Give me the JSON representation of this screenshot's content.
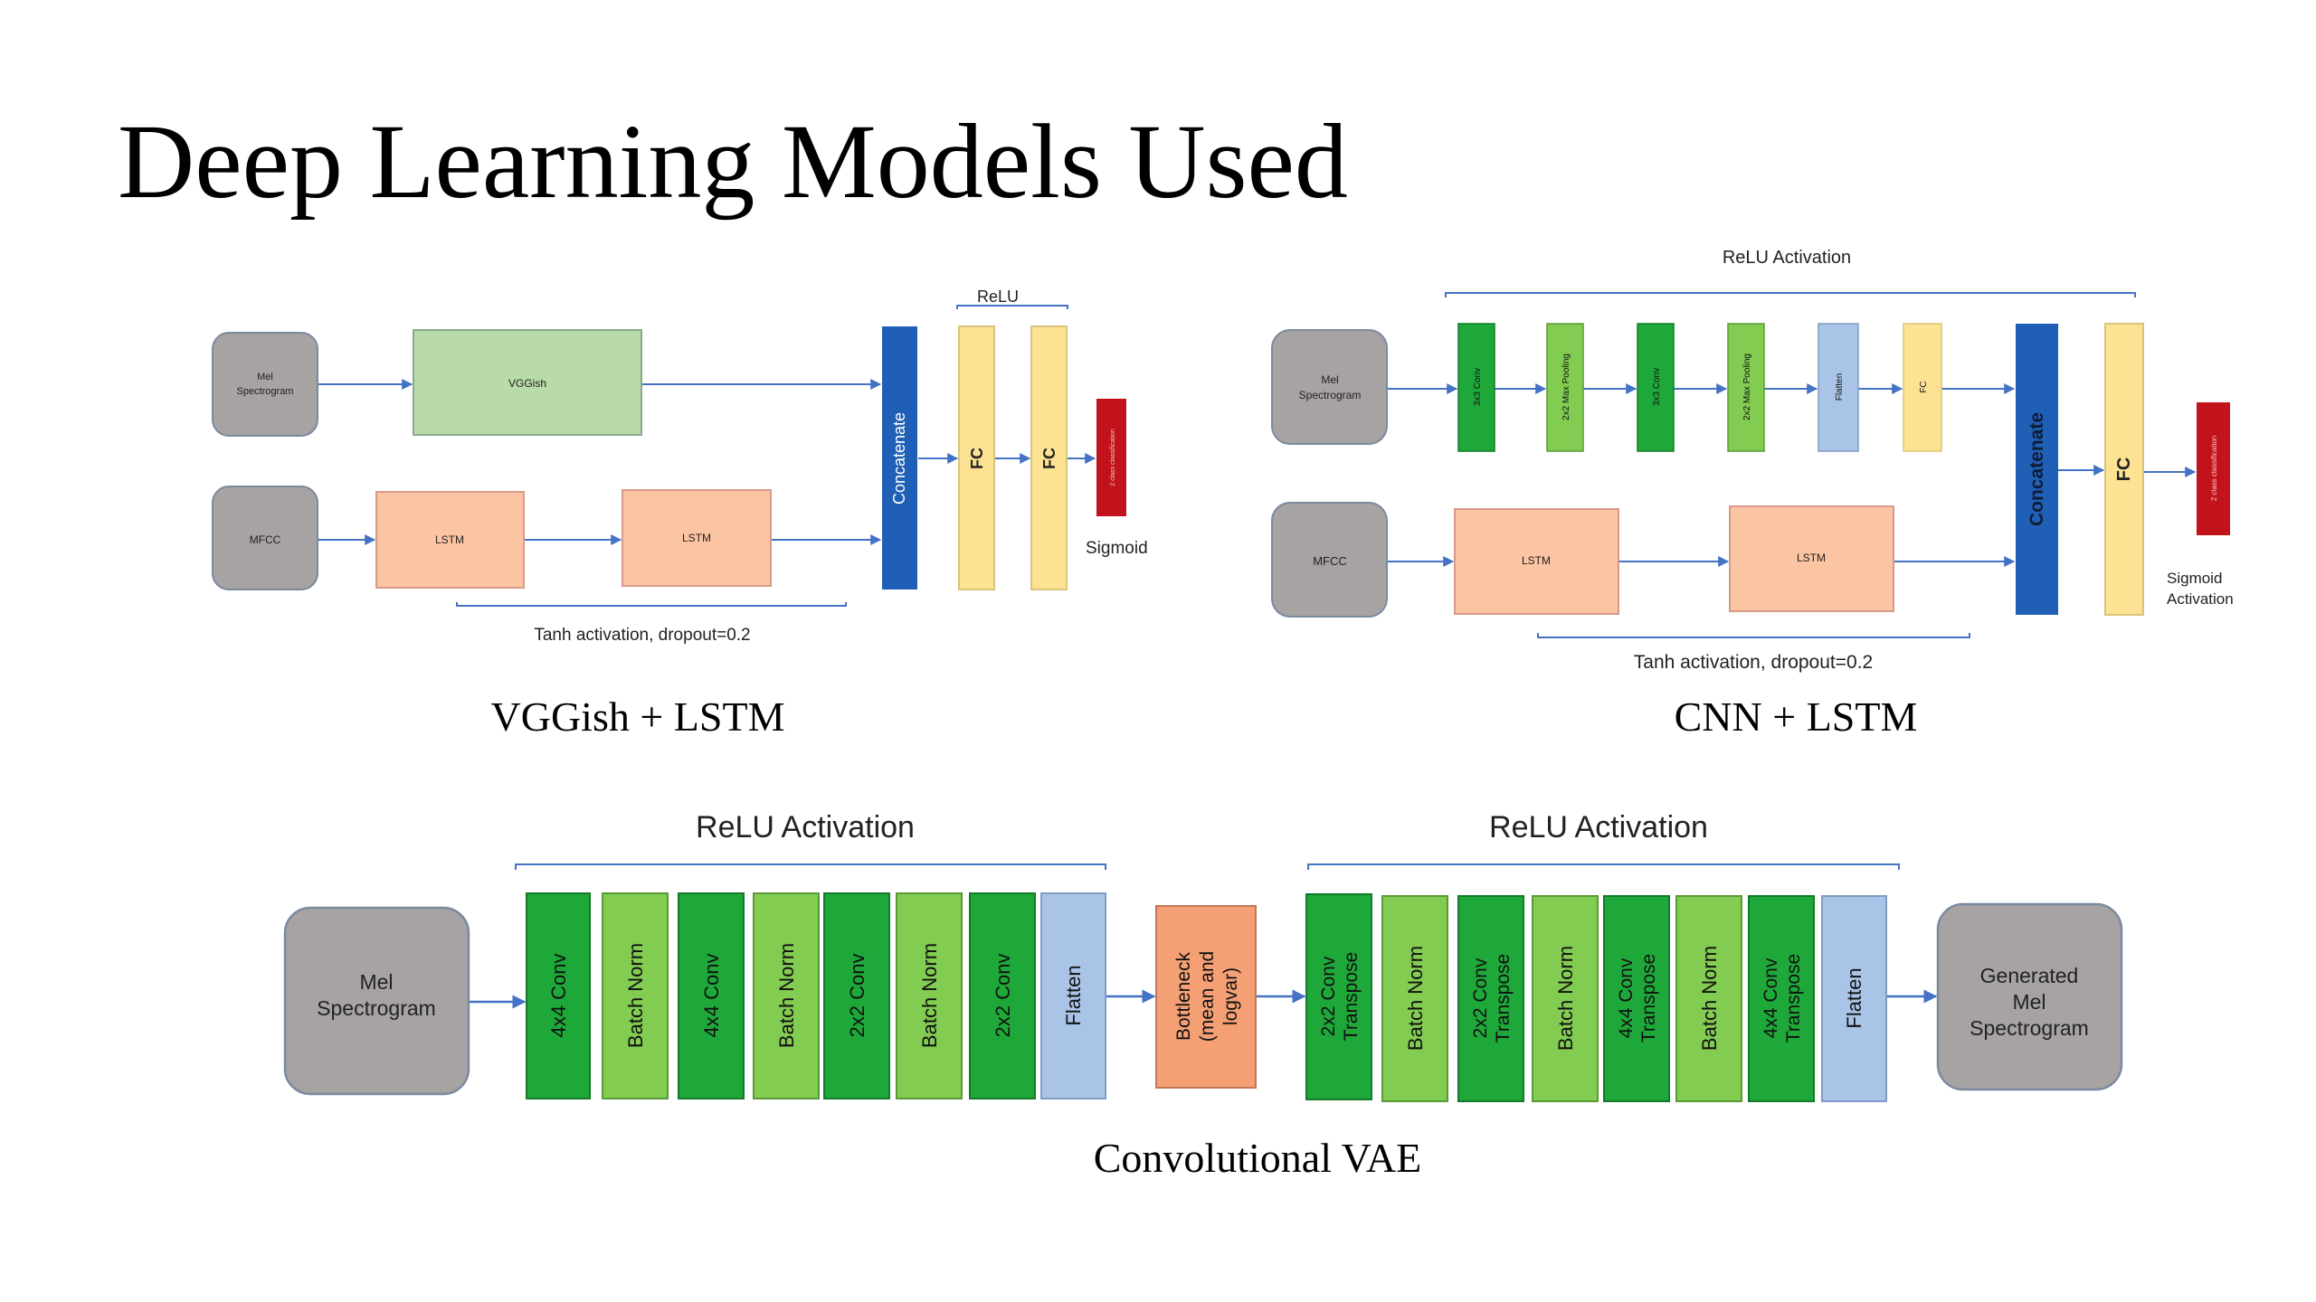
{
  "slide": {
    "title": "Deep Learning Models Used"
  },
  "vggish_lstm": {
    "caption": "VGGish + LSTM",
    "inputs": {
      "mel": "Mel Spectrogram",
      "mfcc": "MFCC"
    },
    "vggish": "VGGish",
    "lstm1": "LSTM",
    "lstm2": "LSTM",
    "concat": "Concatenate",
    "fc1": "FC",
    "fc2": "FC",
    "output": "2 class classification",
    "relu_label": "ReLU",
    "tanh_label": "Tanh activation, dropout=0.2",
    "sigmoid_label": "Sigmoid"
  },
  "cnn_lstm": {
    "caption": "CNN + LSTM",
    "inputs": {
      "mel": "Mel Spectrogram",
      "mfcc": "MFCC"
    },
    "layers": [
      "3x3 Conv",
      "2x2 Max Pooling",
      "3x3 Conv",
      "2x2 Max Pooling",
      "Flatten",
      "FC"
    ],
    "lstm1": "LSTM",
    "lstm2": "LSTM",
    "concat": "Concatenate",
    "fc": "FC",
    "output": "2 class classification",
    "relu_label": "ReLU Activation",
    "tanh_label": "Tanh activation, dropout=0.2",
    "sigmoid_label_line1": "Sigmoid",
    "sigmoid_label_line2": "Activation"
  },
  "vae": {
    "caption": "Convolutional VAE",
    "input": "Mel Spectrogram",
    "encoder_label": "ReLU Activation",
    "decoder_label": "ReLU Activation",
    "encoder_layers": [
      "4x4 Conv",
      "Batch Norm",
      "4x4 Conv",
      "Batch Norm",
      "2x2 Conv",
      "Batch Norm",
      "2x2 Conv",
      "Flatten"
    ],
    "bottleneck_line1": "Bottleneck",
    "bottleneck_line2": "(mean and",
    "bottleneck_line3": "logvar)",
    "decoder_layers": [
      {
        "l1": "2x2 Conv",
        "l2": "Transpose"
      },
      {
        "l1": "Batch Norm",
        "l2": ""
      },
      {
        "l1": "2x2 Conv",
        "l2": "Transpose"
      },
      {
        "l1": "Batch Norm",
        "l2": ""
      },
      {
        "l1": "4x4 Conv",
        "l2": "Transpose"
      },
      {
        "l1": "Batch Norm",
        "l2": ""
      },
      {
        "l1": "4x4 Conv",
        "l2": "Transpose"
      },
      {
        "l1": "Flatten",
        "l2": ""
      }
    ],
    "output_line1": "Generated",
    "output_line2": "Mel",
    "output_line3": "Spectrogram"
  },
  "colors": {
    "gray": "#a6a3a2",
    "green_dark": "#1fa83a",
    "green_light": "#82cc52",
    "blue_light": "#a9c4e6",
    "blue_dark": "#1f5fb5",
    "yellow": "#fde294",
    "salmon": "#fbc4a2",
    "orange": "#f4a074",
    "vgg_green": "#b9dba9",
    "red": "#c2121c",
    "arrow": "#4472c4"
  }
}
